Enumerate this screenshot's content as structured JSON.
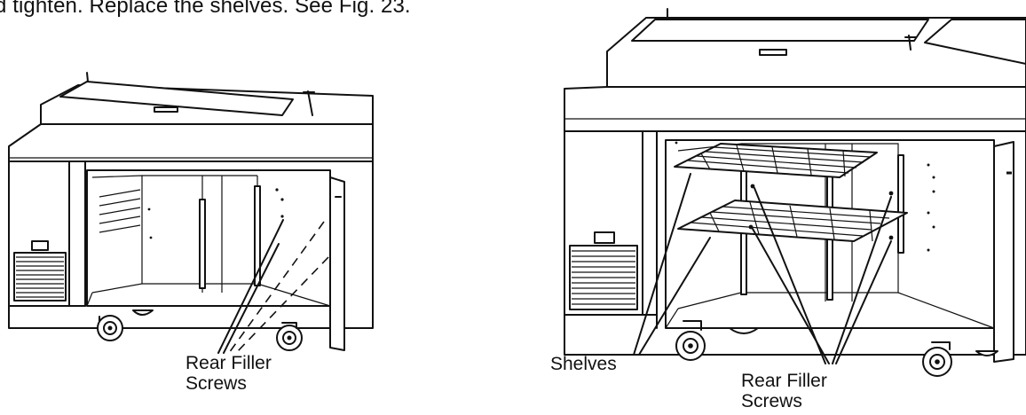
{
  "instruction_text": "d tighten. Replace the shelves. See Fig. 23.",
  "left_figure": {
    "callout": [
      "Rear Filler",
      "Screws"
    ]
  },
  "right_figure": {
    "shelves_label": "Shelves",
    "callout": [
      "Rear Filler",
      "Screws"
    ]
  }
}
